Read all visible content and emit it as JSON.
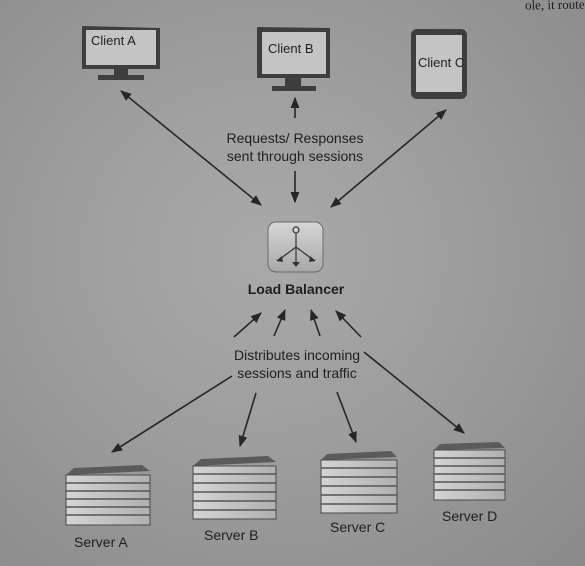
{
  "corner_text": "ole, it route",
  "clients": [
    {
      "label": "Client A",
      "kind": "monitor"
    },
    {
      "label": "Client B",
      "kind": "monitor"
    },
    {
      "label": "Client C",
      "kind": "tablet"
    }
  ],
  "top_note": {
    "line1": "Requests/ Responses",
    "line2": "sent through sessions"
  },
  "load_balancer": {
    "label": "Load Balancer"
  },
  "bottom_note": {
    "line1": "Distributes incoming",
    "line2": "sessions and traffic"
  },
  "servers": [
    {
      "label": "Server A"
    },
    {
      "label": "Server B"
    },
    {
      "label": "Server C"
    },
    {
      "label": "Server D"
    }
  ]
}
